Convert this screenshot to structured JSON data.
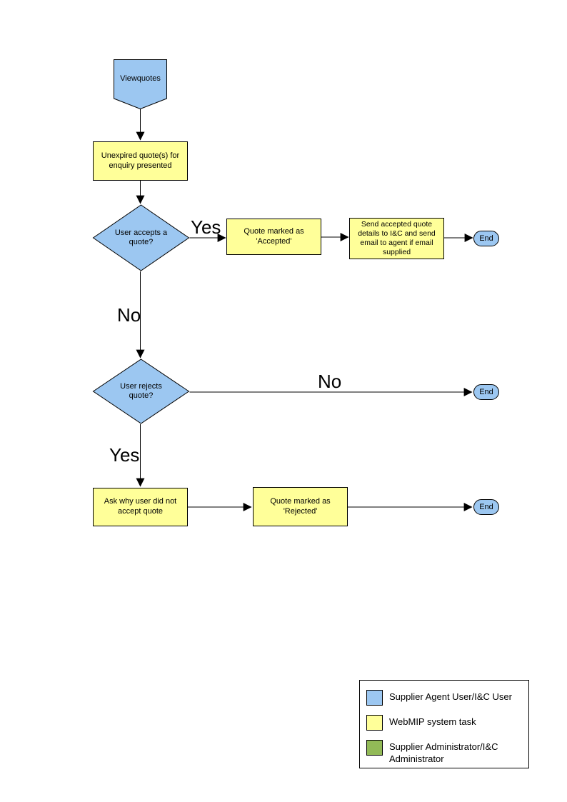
{
  "colors": {
    "actor_fill": "#9CC7F1",
    "task_fill": "#FFFF99",
    "admin_fill": "#92BA57",
    "line": "#000000"
  },
  "nodes": {
    "start": "Viewquotes",
    "present": "Unexpired quote(s) for enquiry presented",
    "accept_decision": "User accepts a quote?",
    "accepted": "Quote marked as 'Accepted'",
    "send_details": "Send accepted quote details to I&C and send email to agent if email supplied",
    "end_accept": "End",
    "reject_decision": "User rejects quote?",
    "end_no_reject": "End",
    "ask_why": "Ask why user did not accept quote",
    "rejected": "Quote marked as 'Rejected'",
    "end_reject": "End"
  },
  "edge_labels": {
    "accept_yes": "Yes",
    "accept_no": "No",
    "reject_no": "No",
    "reject_yes": "Yes"
  },
  "legend": {
    "items": [
      {
        "label": "Supplier Agent User/I&C User",
        "color": "#9CC7F1"
      },
      {
        "label": "WebMIP system task",
        "color": "#FFFF99"
      },
      {
        "label": "Supplier Administrator/I&C Administrator",
        "color": "#92BA57"
      }
    ]
  }
}
